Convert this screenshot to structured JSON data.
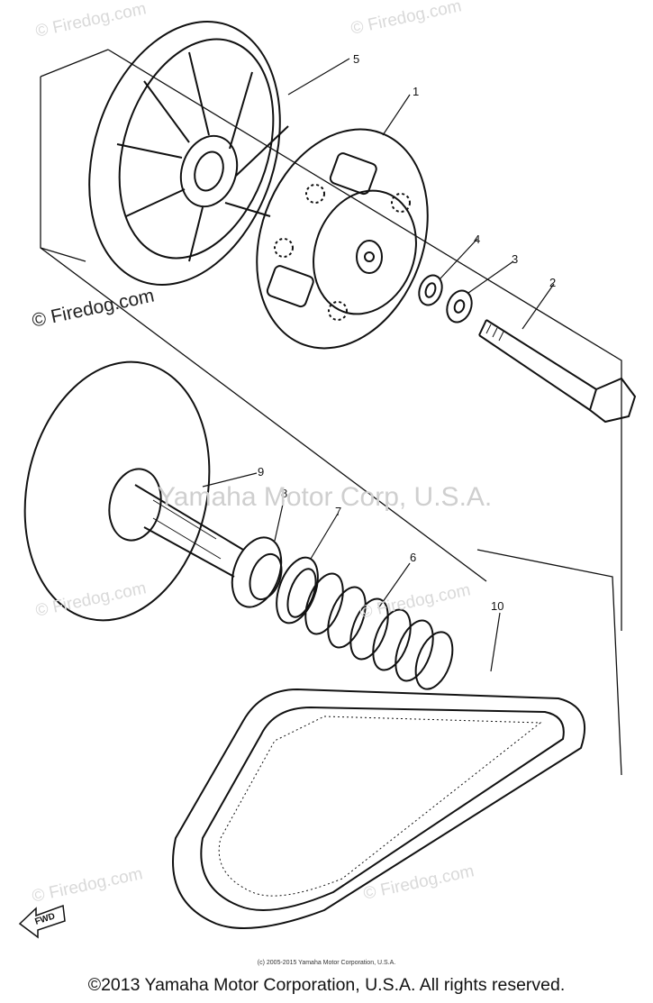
{
  "watermarks": {
    "top_left": "© Firedog.com",
    "top_right": "© Firedog.com",
    "left_mid": "© Firedog.com",
    "center": "Yamaha Motor Corp, U.S.A.",
    "mid_left": "© Firedog.com",
    "mid_right": "© Firedog.com",
    "bottom_left": "© Firedog.com",
    "bottom_right": "© Firedog.com"
  },
  "callouts": [
    "1",
    "2",
    "3",
    "4",
    "5",
    "6",
    "7",
    "8",
    "9",
    "10"
  ],
  "fwd_label": "FWD",
  "small_copyright": "(c) 2005-2015 Yamaha Motor Corporation, U.S.A.",
  "footer": "©2013 Yamaha Motor Corporation, U.S.A. All rights reserved."
}
